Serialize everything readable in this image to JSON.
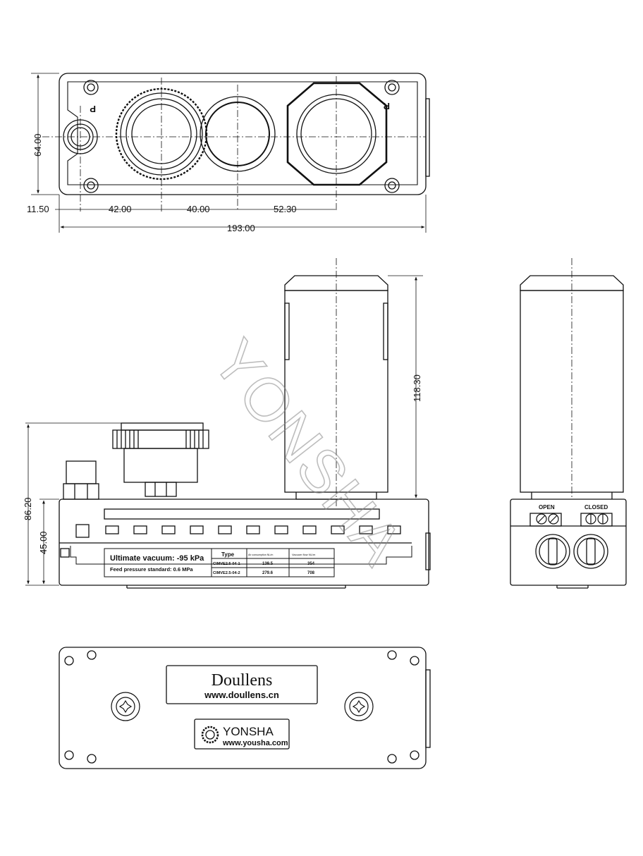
{
  "dimensions": {
    "top_height": "64.00",
    "offset_p": "11.50",
    "d1": "42.00",
    "d2": "40.00",
    "d3": "52.30",
    "total_width": "193.00",
    "cyl_height": "118.30",
    "overall_height": "86.20",
    "body_height": "45.00"
  },
  "port_labels": {
    "p": "P",
    "r": "R"
  },
  "watermark": "YONSHA",
  "label_plate": {
    "title": "Ultimate vacuum: -95 kPa",
    "subtitle": "Feed pressure standard: 0.6 MPa",
    "headers": [
      "Type",
      "Air consumption NL/m",
      "Vacuum flow NL/m"
    ],
    "rows": [
      [
        "CIMVE2.5-04-1",
        "139.5",
        "354"
      ],
      [
        "CIMVE2.5-04-2",
        "279.6",
        "708"
      ]
    ]
  },
  "valve_labels": {
    "open": "OPEN",
    "closed": "CLOSED"
  },
  "nameplate": {
    "brand": "Doullens",
    "url": "www.doullens.cn"
  },
  "logo_plate": {
    "brand": "YONSHA",
    "url": "www.yousha.com"
  },
  "colors": {
    "line": "#111111",
    "watermark": "#888888"
  }
}
